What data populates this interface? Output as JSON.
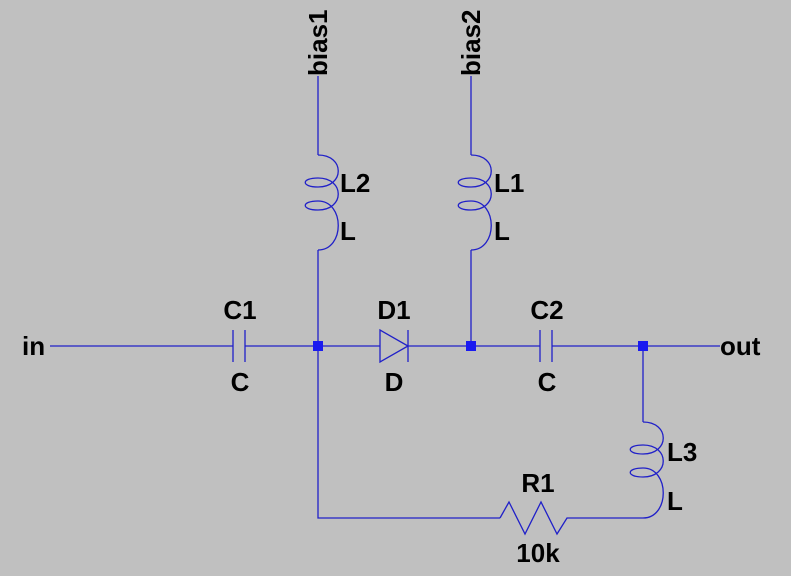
{
  "schematic": {
    "nets": {
      "input": "in",
      "output": "out",
      "bias1": "bias1",
      "bias2": "bias2"
    },
    "components": {
      "C1": {
        "ref": "C1",
        "value": "C"
      },
      "C2": {
        "ref": "C2",
        "value": "C"
      },
      "D1": {
        "ref": "D1",
        "value": "D"
      },
      "L1": {
        "ref": "L1",
        "value": "L"
      },
      "L2": {
        "ref": "L2",
        "value": "L"
      },
      "L3": {
        "ref": "L3",
        "value": "L"
      },
      "R1": {
        "ref": "R1",
        "value": "10k"
      }
    },
    "colors": {
      "background": "#c0c0c0",
      "wire": "#2020c8",
      "junction": "#1a1af0",
      "text": "#000000"
    }
  }
}
